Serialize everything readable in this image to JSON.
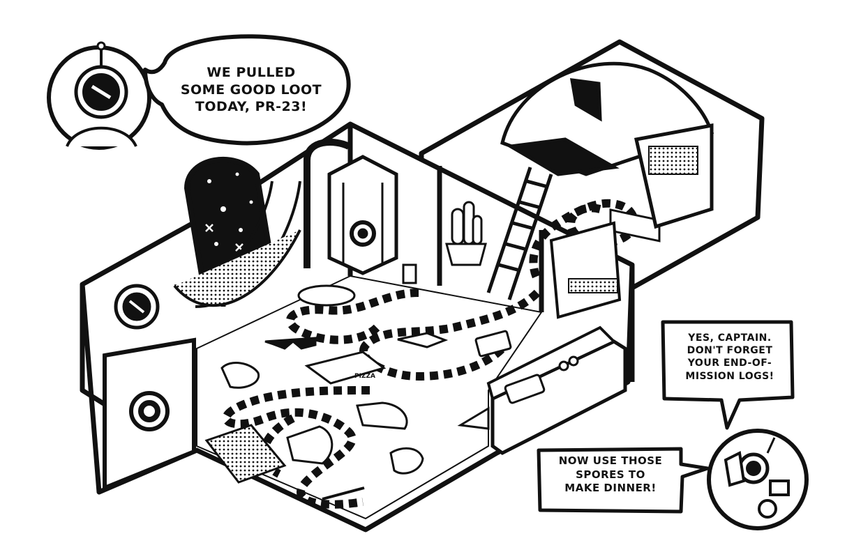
{
  "dialogue": {
    "captain_lines": [
      "WE PULLED",
      "SOME GOOD LOOT",
      "TODAY, PR-23!"
    ],
    "robot_lines_1": [
      "YES, CAPTAIN.",
      "DON'T FORGET",
      "YOUR END-OF-",
      "MISSION LOGS!"
    ],
    "robot_lines_2": [
      "NOW USE THOSE",
      "SPORES TO",
      "MAKE DINNER!"
    ]
  },
  "scene": {
    "pizza_box_label": "PIZZA",
    "ink_color": "#111111",
    "paper_color": "#ffffff"
  }
}
